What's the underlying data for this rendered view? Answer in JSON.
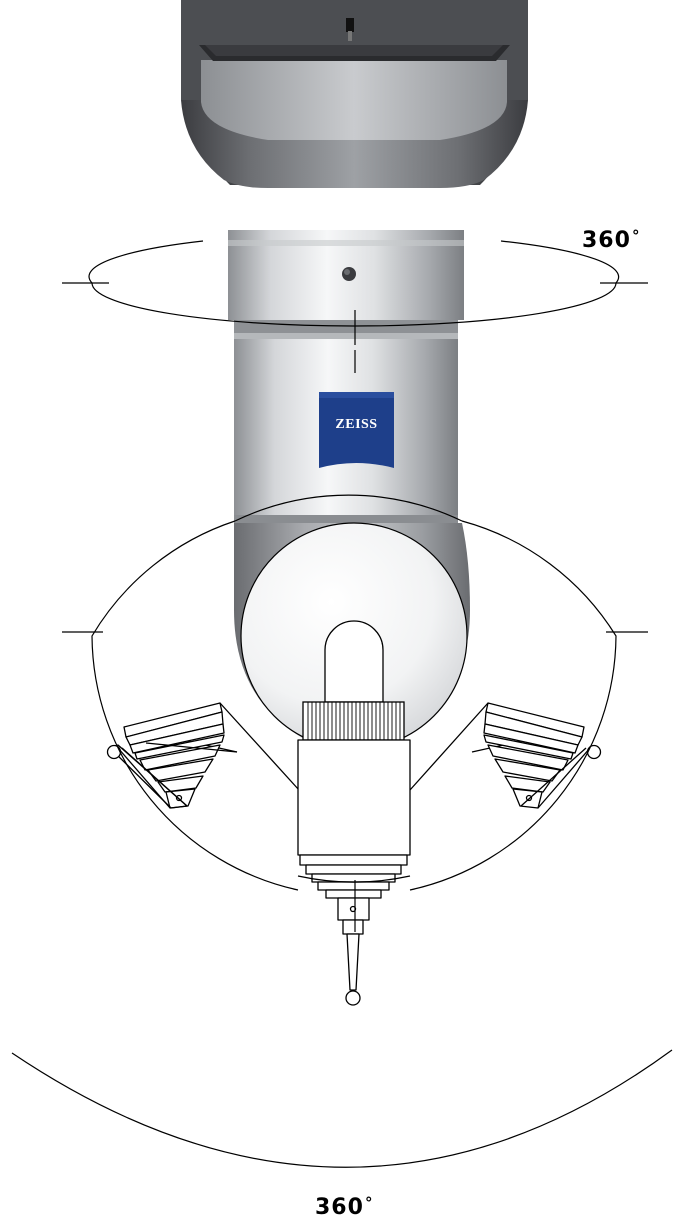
{
  "labels": {
    "top_rotation": "360",
    "bottom_rotation": "360",
    "degree_symbol": "°"
  },
  "logo": {
    "text": "ZEISS",
    "color": "#1e3f8a"
  },
  "colors": {
    "line": "#000000",
    "head_dark": "#5c5e63",
    "head_mid": "#9fa2a6",
    "metal_light": "#e6e7e9"
  }
}
